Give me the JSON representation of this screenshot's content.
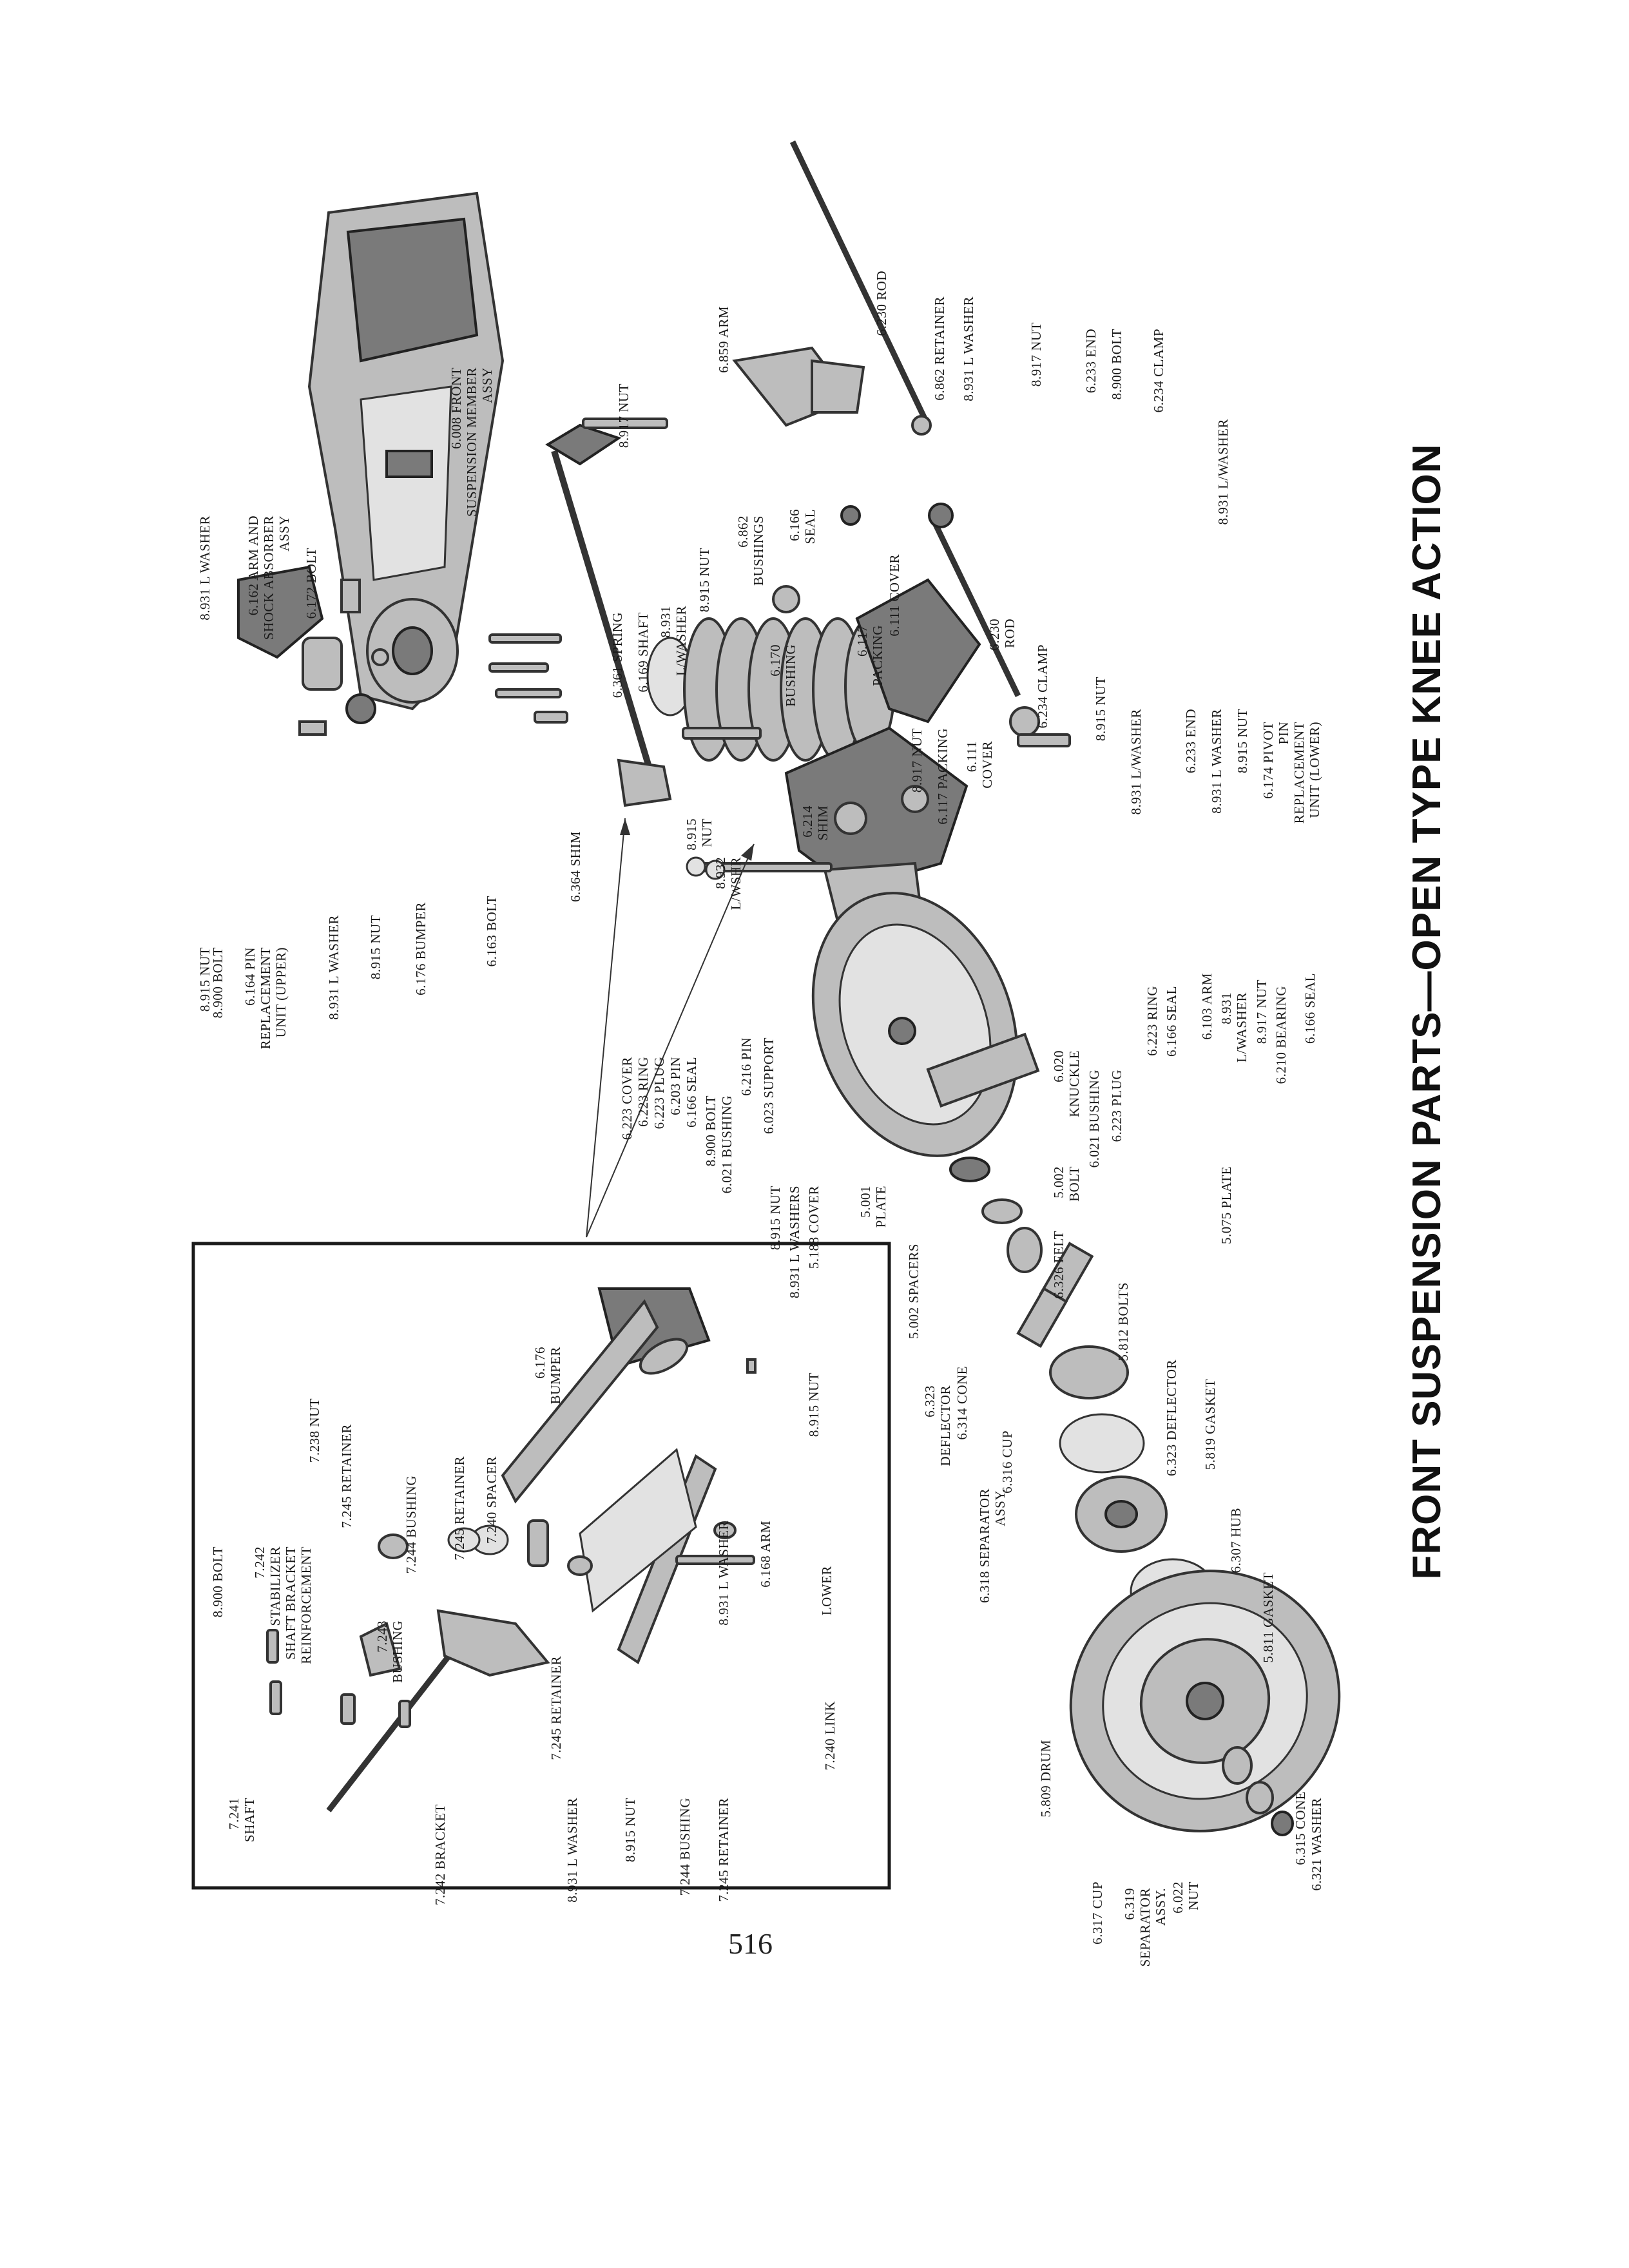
{
  "title": "FRONT SUSPENSION PARTS—OPEN TYPE KNEE ACTION",
  "page_number": "516",
  "labels": {
    "member_assy": "6.008 FRONT SUSPENSION MEMBER ASSY",
    "nut_8915_top": "8.915 NUT",
    "bolt_8900_left": "8.900 BOLT",
    "pin_6164": "6.164 PIN REPLACEMENT UNIT (UPPER)",
    "lwasher_8931_left": "8.931 L WASHER",
    "nut_8915_left": "8.915 NUT",
    "bumper_6176": "6.176 BUMPER",
    "bolt_6163": "6.163 BOLT",
    "shim_6364": "6.364 SHIM",
    "lwasher_8931_topleft": "8.931 L WASHER",
    "arm_6162": "6.162 ARM AND SHOCK ABSORBER ASSY",
    "bolt_6172": "6.172 BOLT",
    "spring_6361": "6.361 SPRING",
    "shaft_6169": "6.169 SHAFT",
    "lwasher_8931_shaft": "8.931 L/WASHER",
    "nut_8915_shaft": "8.915 NUT",
    "nut_8917_top": "8.917 NUT",
    "arm_6859": "6.859 ARM",
    "bushings_6862": "6.862 BUSHINGS",
    "seal_6166_top": "6.166 SEAL",
    "bushing_6170": "6.170 BUSHING",
    "packing_6117_top": "6.117 PACKING",
    "cover_6111_top": "6.111 COVER",
    "rod_6230_top": "6.230 ROD",
    "retainer_6862": "6.862 RETAINER",
    "lwasher_8931_rod": "8.931 L WASHER",
    "nut_8917_rod": "8.917 NUT",
    "end_6233_top": "6.233 END",
    "bolt_8900_rod": "8.900 BOLT",
    "clamp_6234_top": "6.234 CLAMP",
    "lwasher_8931_far": "8.931 L/WASHER",
    "rod_6230_mid": "6.230 ROD",
    "clamp_6234_mid": "6.234 CLAMP",
    "nut_8915_mid": "8.915 NUT",
    "lwasher_8931_mid": "8.931 L/WASHER",
    "nut_8917_mid": "8.917 NUT",
    "packing_6117_mid": "6.117 PACKING",
    "cover_6111_mid": "6.111 COVER",
    "end_6233_mid": "6.233 END",
    "lwasher_8931_mid2": "8.931 L WASHER",
    "nut_8915_mid2": "8.915 NUT",
    "pivot_6174": "6.174 PIVOT PIN REPLACEMENT UNIT (LOWER)",
    "shim_6214": "6.214 SHIM",
    "nut_8915_shim": "8.915 NUT",
    "lwshr_8932": "8.932 L/WSHR",
    "cover_6223": "6.223 COVER",
    "ring_6223": "6.223 RING",
    "plug_6223": "6.223 PLUG",
    "pin_6203": "6.203 PIN",
    "seal_6166_mid": "6.166 SEAL",
    "bolt_8900_mid": "8.900 BOLT",
    "bushing_6021_mid": "6.021 BUSHING",
    "pin_6216": "6.216 PIN",
    "support_6023": "6.023 SUPPORT",
    "nut_8915_plate": "8.915 NUT",
    "lwashers_8931": "8.931 L WASHERS",
    "cover_5188": "5.188 COVER",
    "plate_5001": "5.001 PLATE",
    "spacers_5002": "5.002 SPACERS",
    "bolt_5002": "5.002 BOLT",
    "plate_5075": "5.075 PLATE",
    "knuckle_6020": "6.020 KNUCKLE",
    "bushing_6021_low": "6.021 BUSHING",
    "plug_6223_low": "6.223 PLUG",
    "ring_6223_low": "6.223 RING",
    "seal_6166_low": "6.166 SEAL",
    "arm_6103": "6.103 ARM",
    "lwasher_8931_low": "8.931 L/WASHER",
    "nut_8917_low": "8.917 NUT",
    "bearing_6210": "6.210 BEARING",
    "seal_6166_last": "6.166 SEAL",
    "felt_6326": "6.326 FELT",
    "bolts_5812": "5.812 BOLTS",
    "deflector_6323_top": "6.323 DEFLECTOR",
    "cone_6314": "6.314 CONE",
    "separator_6318": "6.318 SEPARATOR ASSY.",
    "cup_6316": "6.316 CUP",
    "deflector_6323": "6.323 DEFLECTOR",
    "gasket_5819": "5.819 GASKET",
    "hub_6307": "6.307 HUB",
    "gasket_5811": "5.811 GASKET",
    "drum_5809": "5.809 DRUM",
    "cup_6317": "6.317 CUP",
    "separator_6319": "6.319 SEPARATOR ASSY.",
    "nut_6022": "6.022 NUT",
    "cone_6315": "6.315 CONE",
    "washer_6321": "6.321 WASHER"
  },
  "inset_labels": {
    "bolt_8900": "8.900 BOLT",
    "reinforcement_7242": "7.242 STABILIZER SHAFT BRACKET REINFORCEMENT",
    "nut_7238": "7.238 NUT",
    "retainer_7245_top": "7.245 RETAINER",
    "bushing_7244_top": "7.244 BUSHING",
    "retainer_7245_mid": "7.245 RETAINER",
    "spacer_7240": "7.240 SPACER",
    "bumper_6176": "6.176 BUMPER",
    "nut_8915": "8.915 NUT",
    "lwasher_8931": "8.931 L WASHER",
    "arm_6168": "6.168 ARM",
    "lower": "LOWER",
    "link_7240": "7.240 LINK",
    "bushing_7243": "7.243 BUSHING",
    "retainer_7245_low": "7.245 RETAINER",
    "shaft_7241": "7.241 SHAFT",
    "bracket_7242": "7.242 BRACKET",
    "lwasher_8931_low": "8.931 L WASHER",
    "nut_8915_low": "8.915 NUT",
    "bushing_7244_low": "7.244 BUSHING",
    "retainer_7245_bottom": "7.245 RETAINER"
  }
}
